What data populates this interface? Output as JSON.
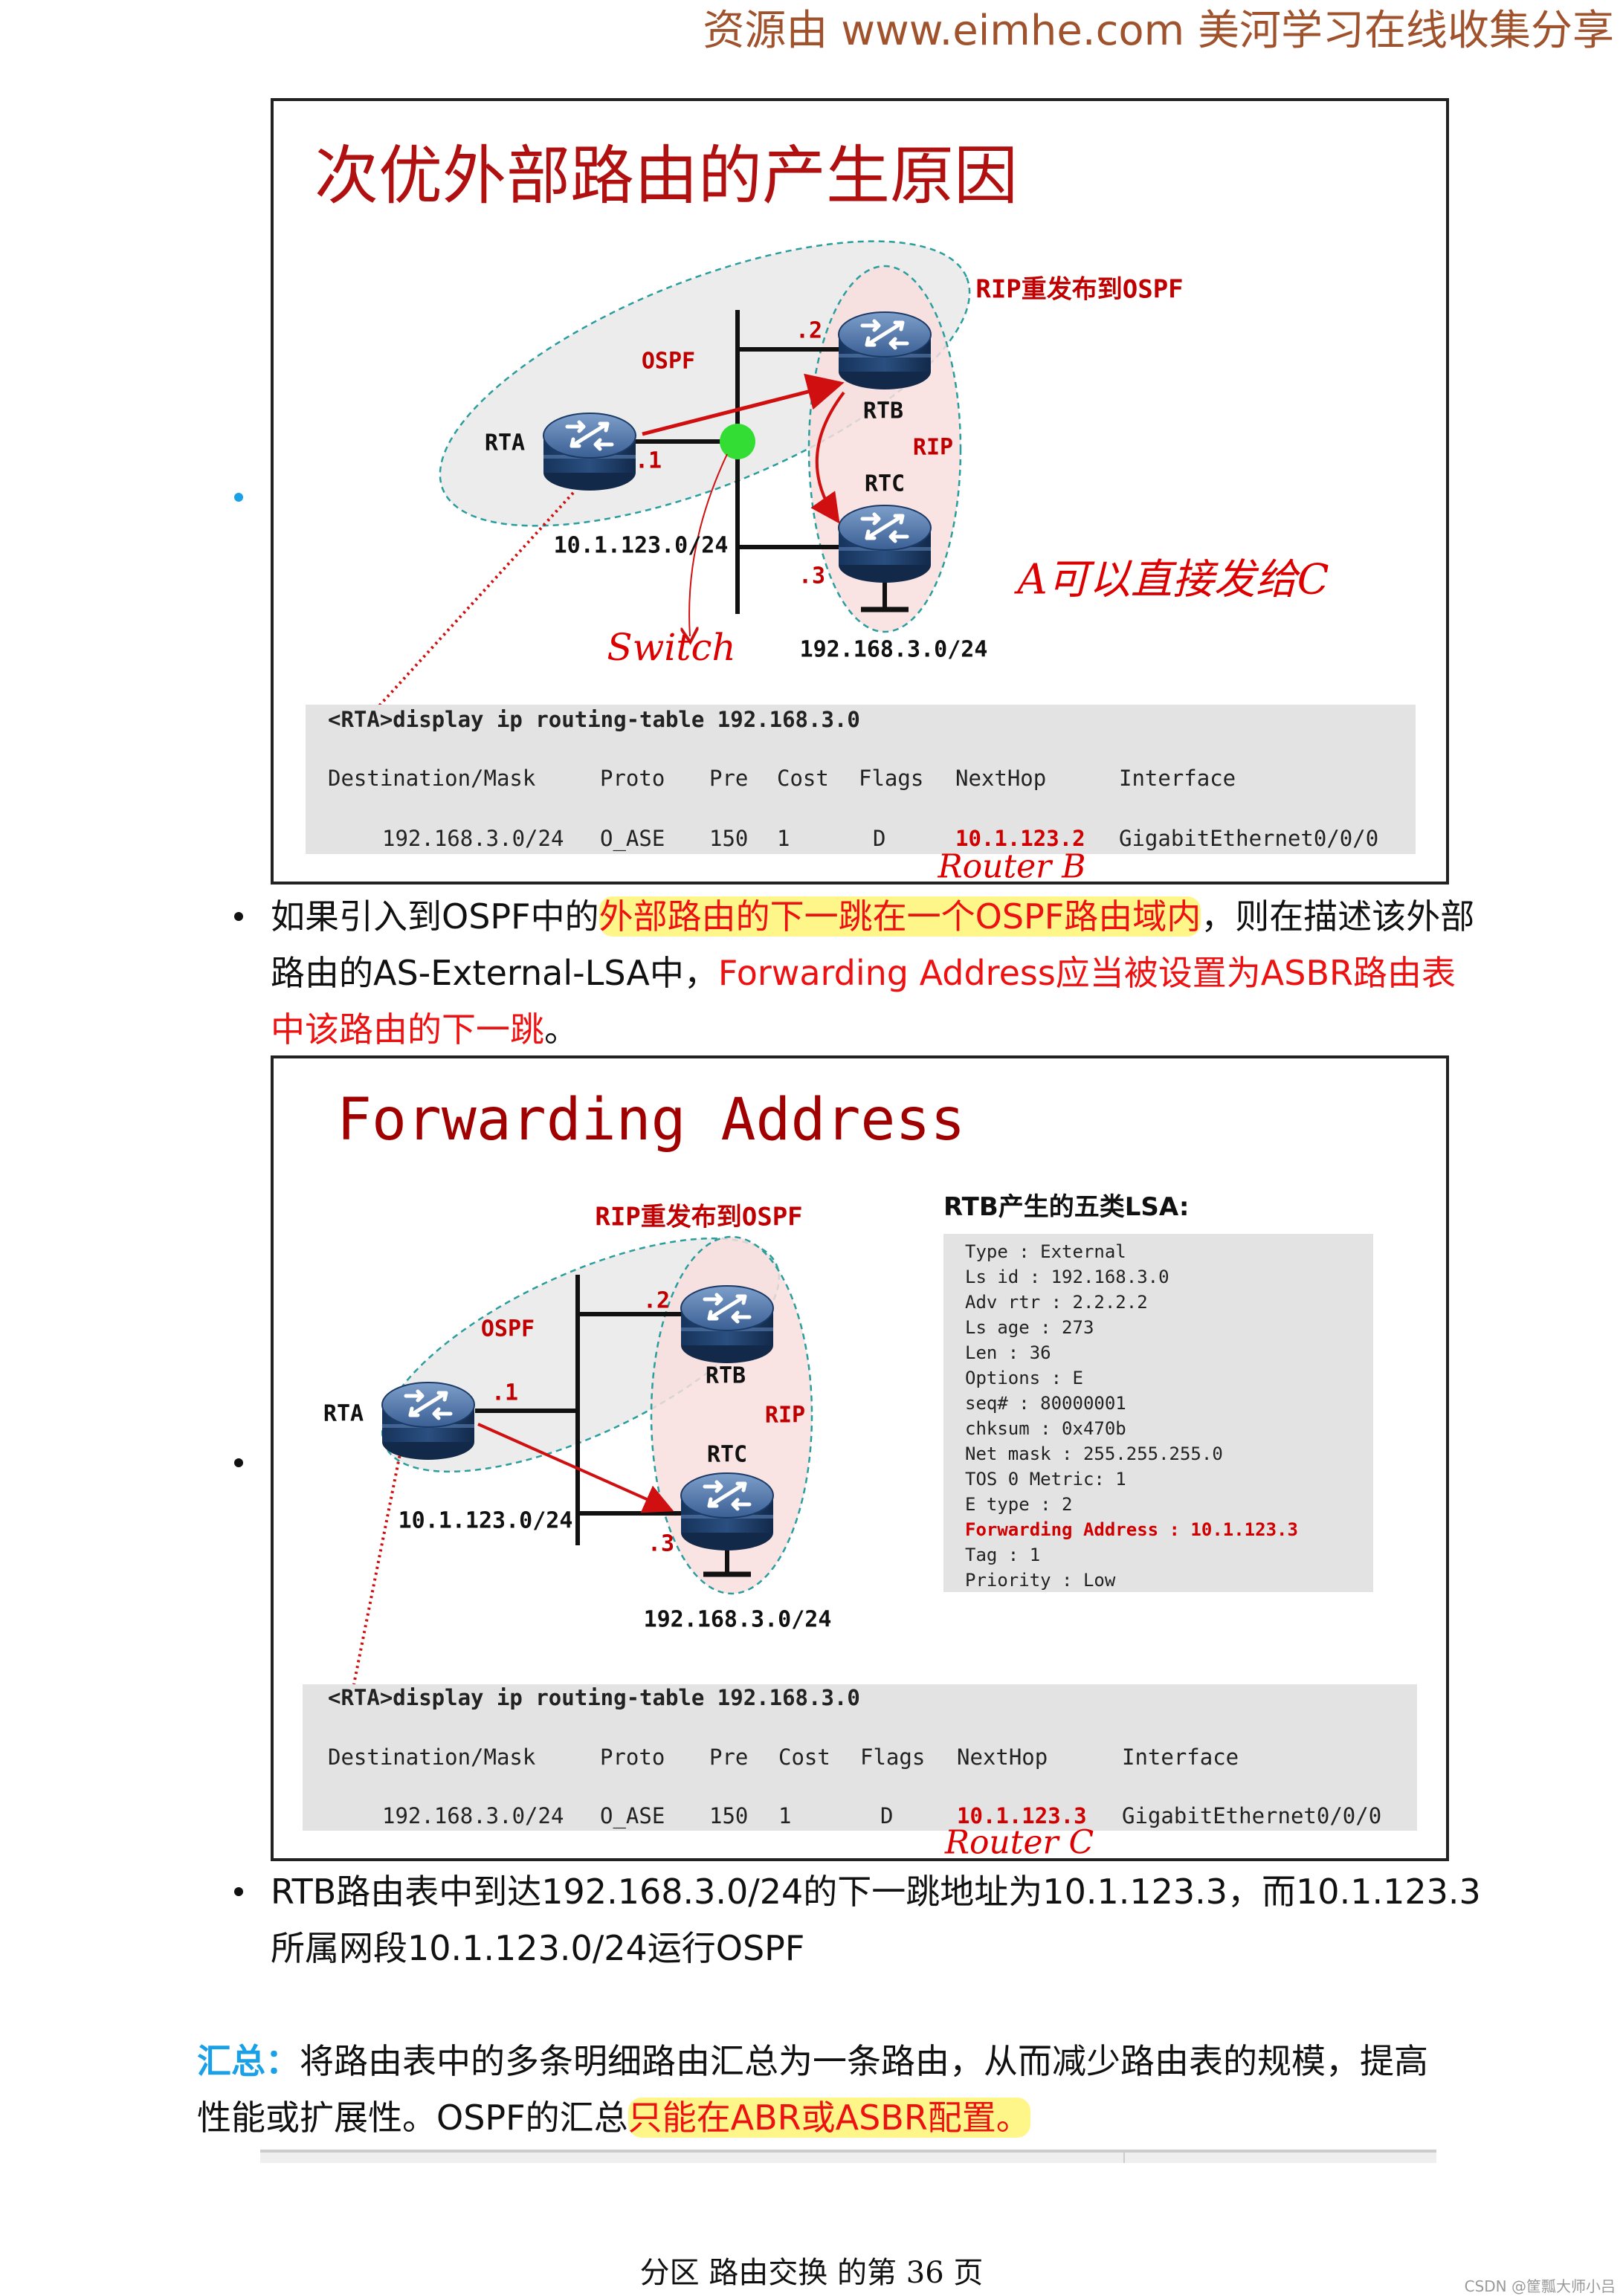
{
  "header": {
    "prefix": "资源由 ",
    "url": "www.eimhe.com",
    "suffix": " 美河学习在线收集分享"
  },
  "colors": {
    "title_red": "#b01010",
    "accent_cyan": "#1aa0e6",
    "highlight": "#fff68a",
    "text_red": "#ee1111"
  },
  "slide1": {
    "title": "次优外部路由的产生原因",
    "redistribute_label": "RIP重发布到OSPF",
    "ospf_label": "OSPF",
    "rip_label": "RIP",
    "routers": {
      "rta": "RTA",
      "rtb": "RTB",
      "rtc": "RTC"
    },
    "ifaces": {
      "rta": ".1",
      "rtb": ".2",
      "rtc": ".3"
    },
    "subnet_shared": "10.1.123.0/24",
    "subnet_stub": "192.168.3.0/24",
    "note_switch": "Switch",
    "note_direct": "A可以直接发给C",
    "note_router": "Router B",
    "code": {
      "command": "<RTA>display ip routing-table 192.168.3.0",
      "headers": [
        "Destination/Mask",
        "Proto",
        "Pre",
        "Cost",
        "Flags",
        "NextHop",
        "Interface"
      ],
      "row": [
        "192.168.3.0/24",
        "O_ASE",
        "150",
        "1",
        "D",
        "10.1.123.2",
        "GigabitEthernet0/0/0"
      ]
    }
  },
  "para1": {
    "a": "如果引入到OSPF中的",
    "b": "外部路由的下一跳在一个OSPF路由域内",
    "c": "，则在描述该外部路由的AS-External-LSA中，",
    "d": "Forwarding Address应当被设置为ASBR路由表中该路由的下一跳",
    "e": "。"
  },
  "slide2": {
    "title": "Forwarding Address",
    "redistribute_label": "RIP重发布到OSPF",
    "ospf_label": "OSPF",
    "rip_label": "RIP",
    "routers": {
      "rta": "RTA",
      "rtb": "RTB",
      "rtc": "RTC"
    },
    "ifaces": {
      "rta": ".1",
      "rtb": ".2",
      "rtc": ".3"
    },
    "subnet_shared": "10.1.123.0/24",
    "subnet_stub": "192.168.3.0/24",
    "lsa_heading": "RTB产生的五类LSA:",
    "lsa": [
      "Type       : External",
      "  Ls id      : 192.168.3.0",
      "  Adv rtr    : 2.2.2.2",
      "  Ls age     : 273",
      "  Len        : 36",
      "  Options    :  E",
      "  seq#       : 80000001",
      "  chksum     : 0x470b",
      "  Net mask   : 255.255.255.0",
      "  TOS 0  Metric: 1",
      "  E type     : 2",
      "  Forwarding Address : 10.1.123.3",
      "  Tag        : 1",
      "  Priority   : Low"
    ],
    "note_router": "Router C",
    "code": {
      "command": "<RTA>display ip routing-table 192.168.3.0",
      "headers": [
        "Destination/Mask",
        "Proto",
        "Pre",
        "Cost",
        "Flags",
        "NextHop",
        "Interface"
      ],
      "row": [
        "192.168.3.0/24",
        "O_ASE",
        "150",
        "1",
        "D",
        "10.1.123.3",
        "GigabitEthernet0/0/0"
      ]
    }
  },
  "para2": "RTB路由表中到达192.168.3.0/24的下一跳地址为10.1.123.3，而10.1.123.3所属网段10.1.123.0/24运行OSPF",
  "summary": {
    "label": "汇总：",
    "text": "将路由表中的多条明细路由汇总为一条路由，从而减少路由表的规模，提高性能或扩展性。OSPF的汇总",
    "highlight": "只能在ABR或ASBR配置。"
  },
  "footer": "分区 路由交换 的第 36 页",
  "watermark": "CSDN @筐瓢大师小吕"
}
